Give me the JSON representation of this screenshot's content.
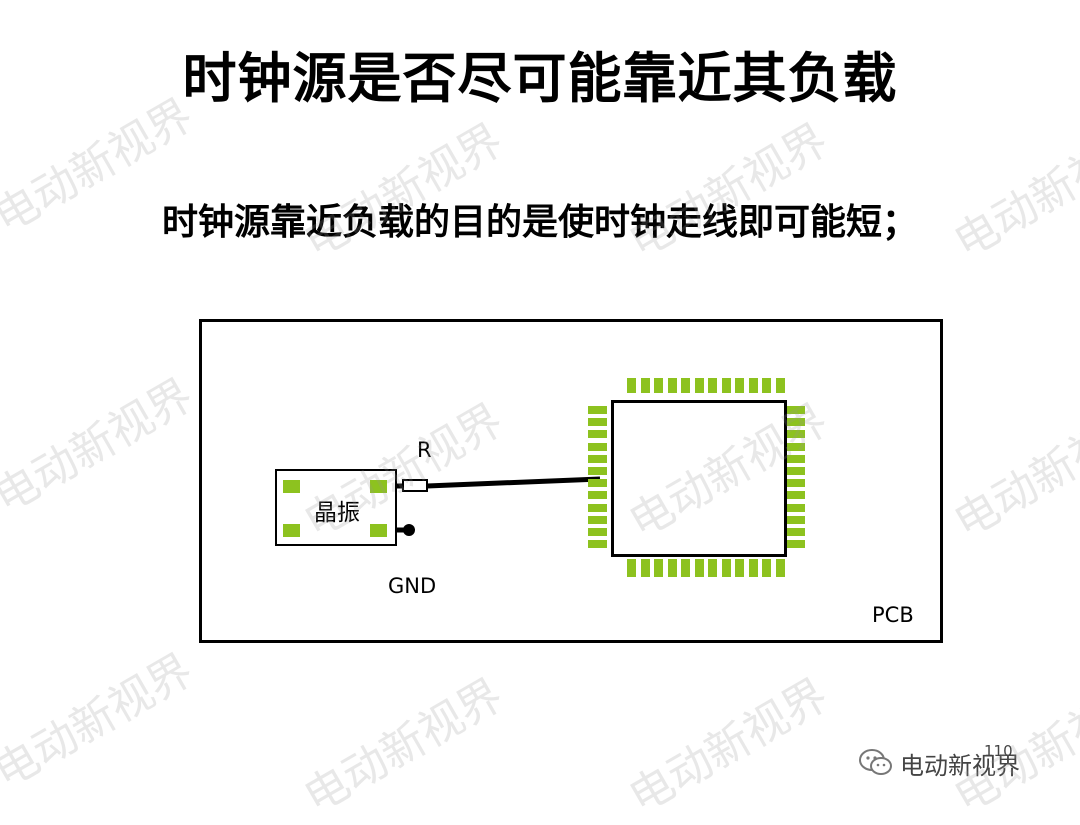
{
  "slide": {
    "title": "时钟源是否尽可能靠近其负载",
    "subtitle": "时钟源靠近负载的目的是使时钟走线即可能短；",
    "page_number": "110"
  },
  "diagram": {
    "board_label": "PCB",
    "crystal_label": "晶振",
    "resistor_label": "R",
    "ground_label": "GND",
    "pad_color": "#8dc21f"
  },
  "watermark": {
    "text": "电动新视界"
  },
  "footer": {
    "brand": "电动新视界",
    "brand_icon": "wechat-icon"
  }
}
